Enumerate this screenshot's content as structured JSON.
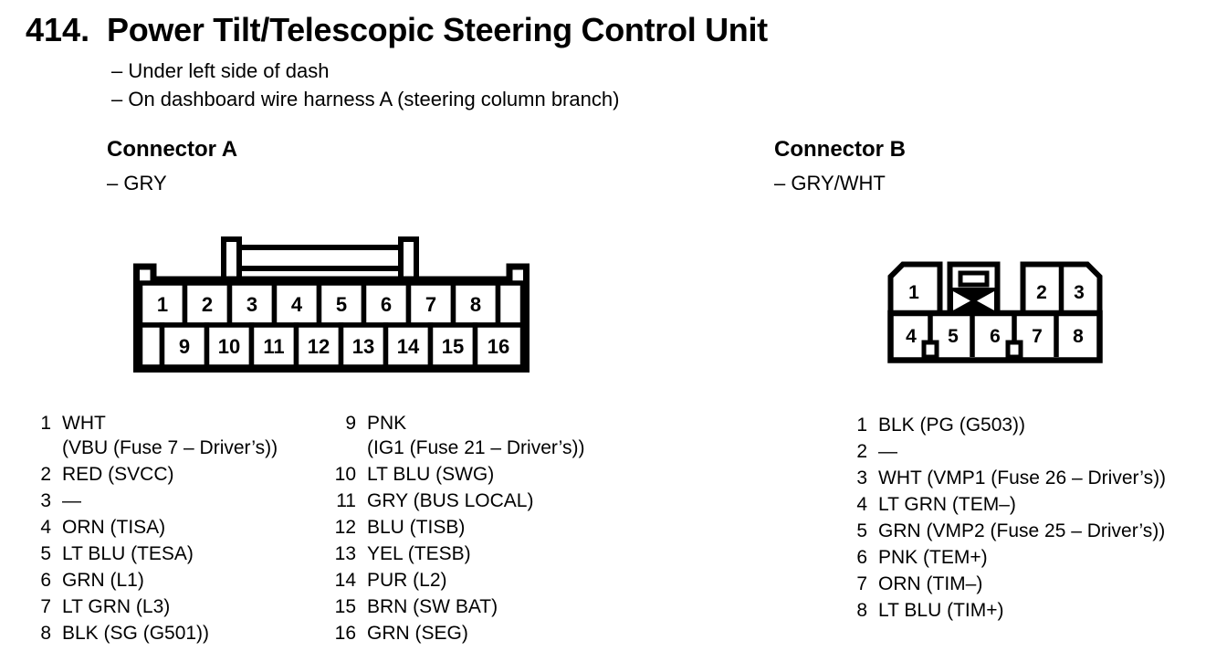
{
  "page": {
    "number": "414.",
    "title": "Power Tilt/Telescopic Steering Control Unit",
    "locations": "– Under left side of dash\n– On dashboard wire harness A (steering column branch)"
  },
  "connector_a": {
    "title": "Connector A",
    "color_code": "– GRY",
    "pins_top": [
      "1",
      "2",
      "3",
      "4",
      "5",
      "6",
      "7",
      "8"
    ],
    "pins_bottom": [
      "9",
      "10",
      "11",
      "12",
      "13",
      "14",
      "15",
      "16"
    ],
    "pinout_left": [
      {
        "num": "1",
        "desc": "WHT\n(VBU (Fuse 7 – Driver’s))"
      },
      {
        "num": "2",
        "desc": "RED (SVCC)"
      },
      {
        "num": "3",
        "desc": "—"
      },
      {
        "num": "4",
        "desc": "ORN (TISA)"
      },
      {
        "num": "5",
        "desc": "LT BLU (TESA)"
      },
      {
        "num": "6",
        "desc": "GRN (L1)"
      },
      {
        "num": "7",
        "desc": "LT GRN (L3)"
      },
      {
        "num": "8",
        "desc": "BLK (SG (G501))"
      }
    ],
    "pinout_right": [
      {
        "num": "9",
        "desc": "PNK\n(IG1 (Fuse 21 – Driver’s))"
      },
      {
        "num": "10",
        "desc": "LT BLU (SWG)"
      },
      {
        "num": "11",
        "desc": "GRY (BUS LOCAL)"
      },
      {
        "num": "12",
        "desc": "BLU (TISB)"
      },
      {
        "num": "13",
        "desc": "YEL (TESB)"
      },
      {
        "num": "14",
        "desc": "PUR (L2)"
      },
      {
        "num": "15",
        "desc": "BRN (SW BAT)"
      },
      {
        "num": "16",
        "desc": "GRN (SEG)"
      }
    ]
  },
  "connector_b": {
    "title": "Connector B",
    "color_code": "– GRY/WHT",
    "pins_top": [
      "1",
      "2",
      "3"
    ],
    "pins_bottom": [
      "4",
      "5",
      "6",
      "7",
      "8"
    ],
    "pinout": [
      {
        "num": "1",
        "desc": "BLK (PG (G503))"
      },
      {
        "num": "2",
        "desc": "—"
      },
      {
        "num": "3",
        "desc": "WHT (VMP1 (Fuse 26 – Driver’s))"
      },
      {
        "num": "4",
        "desc": "LT GRN (TEM–)"
      },
      {
        "num": "5",
        "desc": "GRN (VMP2 (Fuse 25 – Driver’s))"
      },
      {
        "num": "6",
        "desc": "PNK (TEM+)"
      },
      {
        "num": "7",
        "desc": "ORN (TIM–)"
      },
      {
        "num": "8",
        "desc": "LT BLU (TIM+)"
      }
    ]
  },
  "colors": {
    "ink": "#000000",
    "paper": "#ffffff"
  }
}
